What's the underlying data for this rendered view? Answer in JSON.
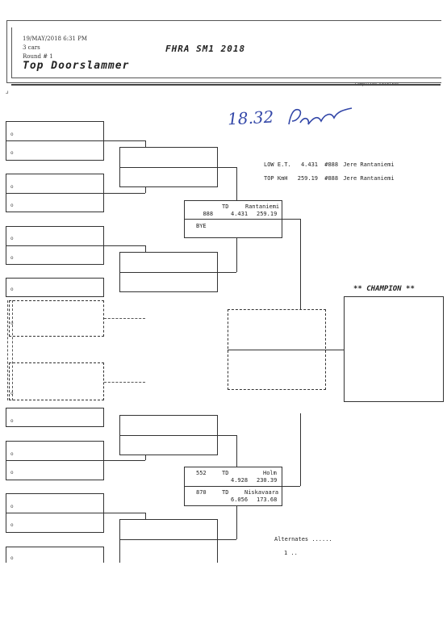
{
  "header": {
    "date_time": "19/MAY/2018   6:31 PM",
    "cars": "3 cars",
    "round": "Round # 1",
    "event": "FHRA  SM1  2018",
    "class": "Top Doorslammer",
    "software": "Compulink  StarTrak"
  },
  "handwritten": {
    "time": "18.32",
    "signature": "signature"
  },
  "records": {
    "low_et": {
      "label": "LOW E.T.",
      "value": "4.431",
      "number": "#888",
      "driver": "Jere Rantaniemi"
    },
    "top_kmh": {
      "label": "TOP KmH",
      "value": "259.19",
      "number": "#888",
      "driver": "Jere Rantaniemi"
    }
  },
  "entries": {
    "e888": {
      "number": "888",
      "class": "TD",
      "driver": "Rantaniemi",
      "et": "4.431",
      "speed": "259.19"
    },
    "bye": {
      "label": "BYE"
    },
    "e552": {
      "number": "552",
      "class": "TD",
      "driver": "Holm",
      "et": "4.928",
      "speed": "230.39"
    },
    "e870": {
      "number": "870",
      "class": "TD",
      "driver": "Niskavaara",
      "et": "6.056",
      "speed": "173.68"
    }
  },
  "champion": {
    "label": "** CHAMPION **"
  },
  "alternates": {
    "label": "Alternates ......",
    "first": "1 .."
  },
  "slot_marker": "o"
}
